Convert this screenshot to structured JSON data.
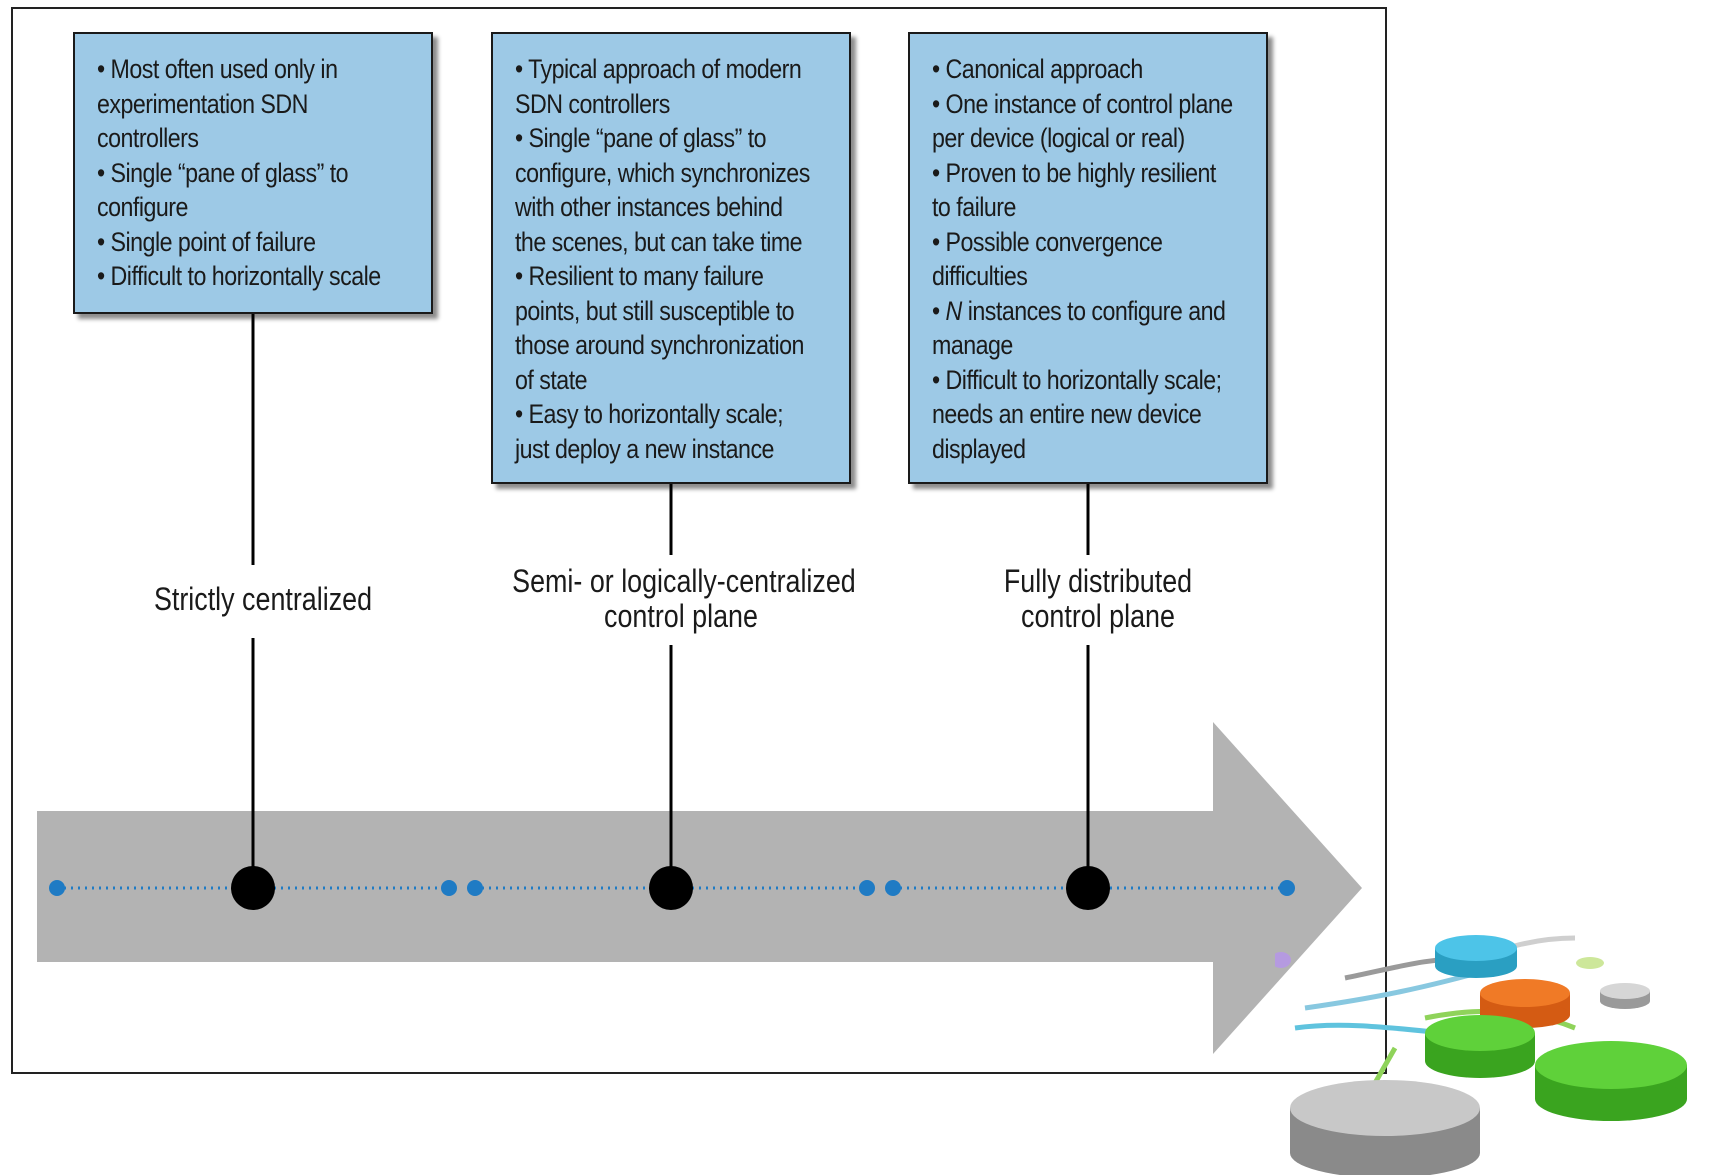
{
  "boxes": [
    {
      "items": [
        "• Most often used only in experimentation SDN controllers",
        "• Single “pane of glass” to configure",
        "• Single point of failure",
        "• Difficult to horizontally scale"
      ],
      "lines": [
        "• Most often used only in",
        "experimentation SDN",
        "controllers",
        "• Single “pane of glass” to",
        "configure",
        "• Single point of failure",
        "• Difficult to horizontally scale"
      ]
    },
    {
      "lines": [
        "• Typical approach of modern",
        "SDN controllers",
        "• Single “pane of glass” to",
        "configure, which synchronizes",
        "with other instances behind",
        "the scenes, but can take time",
        "• Resilient to many failure",
        "points, but still susceptible to",
        "those around synchronization",
        "of state",
        "• Easy to horizontally scale;",
        "just deploy a new instance"
      ]
    },
    {
      "lines": [
        "• Canonical approach",
        "• One instance of control plane",
        "per device (logical or real)",
        "• Proven to be highly resilient",
        "to failure",
        "• Possible convergence",
        "difficulties",
        "• N instances to configure and",
        "manage",
        "• Difficult to horizontally scale;",
        "needs an entire new device",
        "displayed"
      ]
    }
  ],
  "labels": {
    "strict": "Strictly centralized",
    "semi_line1": "Semi- or logically-centralized",
    "semi_line2": "control plane",
    "full_line1": "Fully distributed",
    "full_line2": "control plane"
  },
  "colors": {
    "box_fill": "#9dc9e6",
    "arrow_fill": "#b3b3b3",
    "dot_blue": "#1f7bc4",
    "node_black": "#000000"
  }
}
